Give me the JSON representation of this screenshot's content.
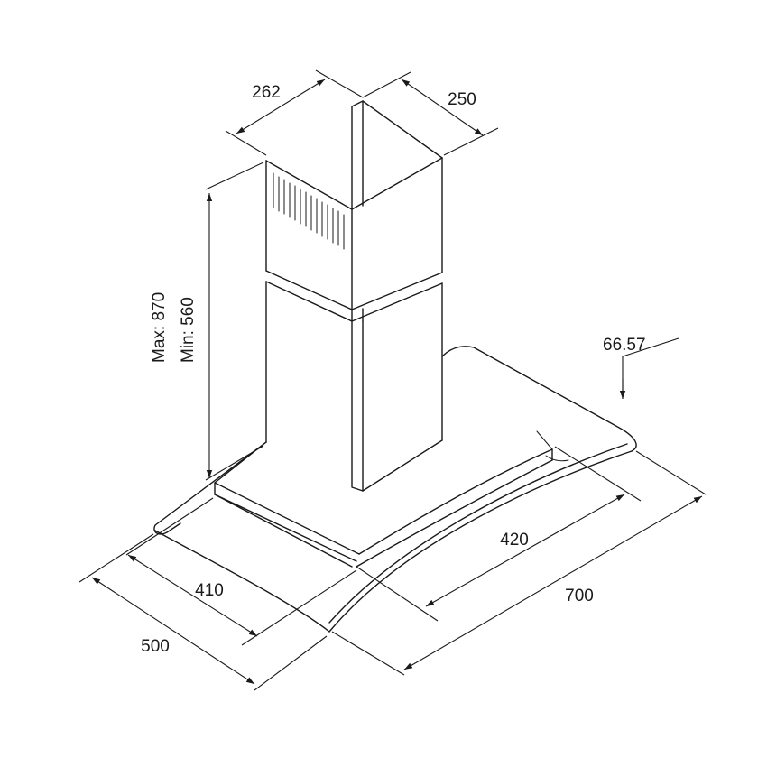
{
  "dimensions": {
    "chimney_width": "262",
    "chimney_depth": "250",
    "chimney_height_max": "Max: 870",
    "chimney_height_min": "Min: 560",
    "glass_thickness": "66.57",
    "body_width": "420",
    "hood_width": "700",
    "body_depth": "410",
    "hood_depth": "500"
  },
  "colors": {
    "line": "#1a1a1a",
    "background": "#ffffff"
  }
}
